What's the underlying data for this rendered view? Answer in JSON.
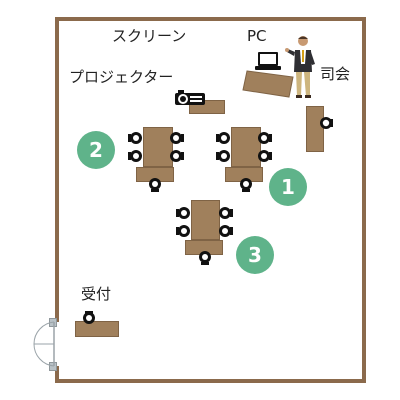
{
  "labels": {
    "screen": "スクリーン",
    "pc": "PC",
    "projector": "プロジェクター",
    "mc": "司会",
    "reception": "受付"
  },
  "groups": [
    "1",
    "2",
    "3"
  ],
  "colors": {
    "wall": "#8b6a4c",
    "table": "#a0805c",
    "badge": "#5fb38a",
    "light": "#fff59a"
  },
  "icons": [
    "projector-icon",
    "laptop-icon",
    "presenter-figure",
    "chair-icon",
    "door-icon"
  ]
}
